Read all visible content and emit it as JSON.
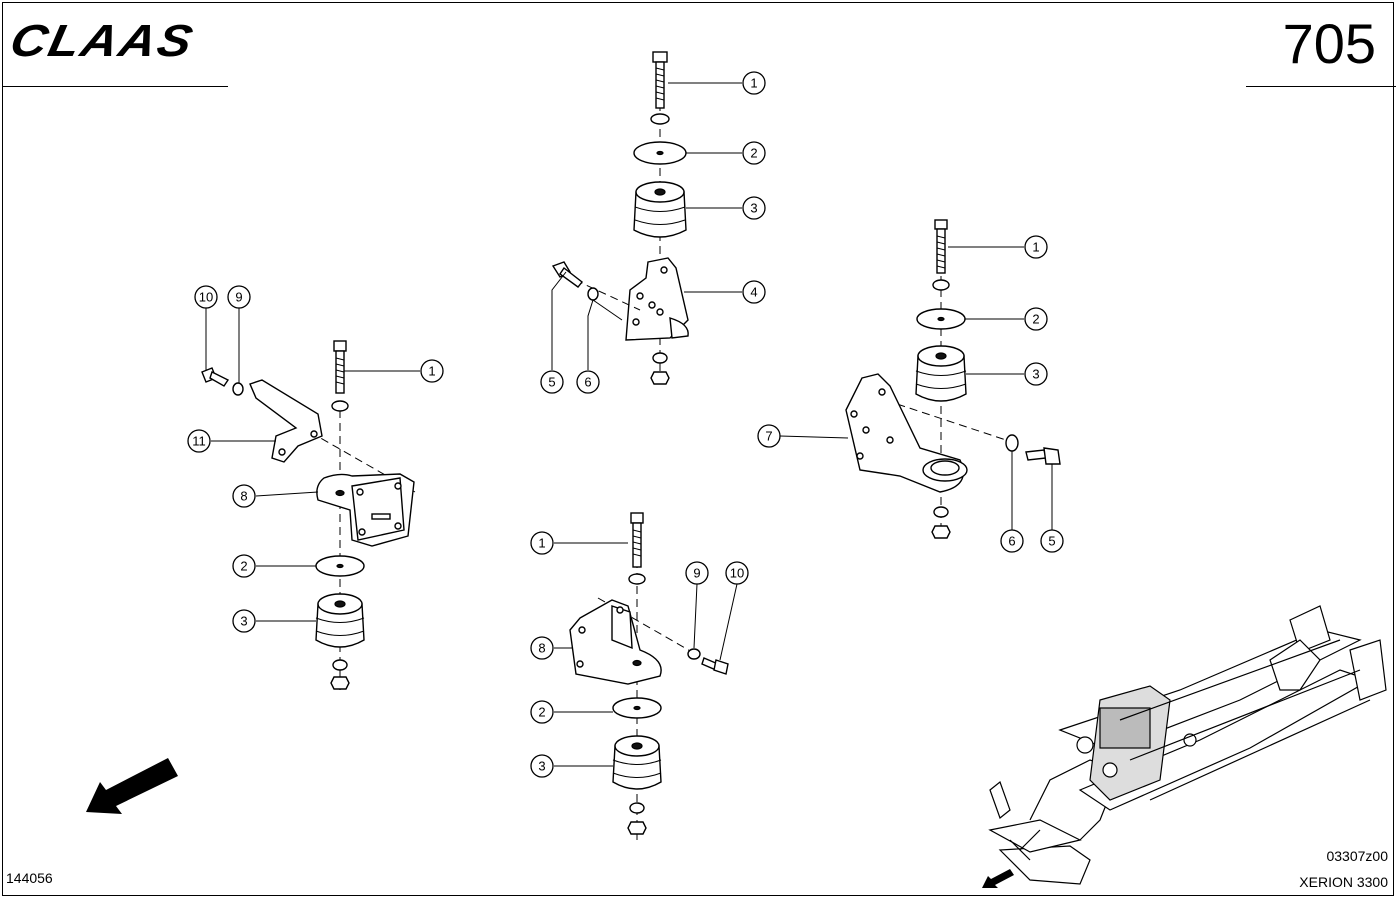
{
  "header": {
    "brand": "CLAAS",
    "page_number": "705"
  },
  "footer": {
    "drawing_number": "144056",
    "image_code": "03307z00",
    "model": "XERION 3300"
  },
  "callouts": {
    "top_center": [
      "1",
      "2",
      "3",
      "4",
      "5",
      "6"
    ],
    "right": [
      "1",
      "2",
      "3",
      "7",
      "6",
      "5"
    ],
    "left": [
      "10",
      "9",
      "1",
      "11",
      "8",
      "2",
      "3"
    ],
    "bottom_center": [
      "1",
      "9",
      "10",
      "8",
      "2",
      "3"
    ]
  }
}
